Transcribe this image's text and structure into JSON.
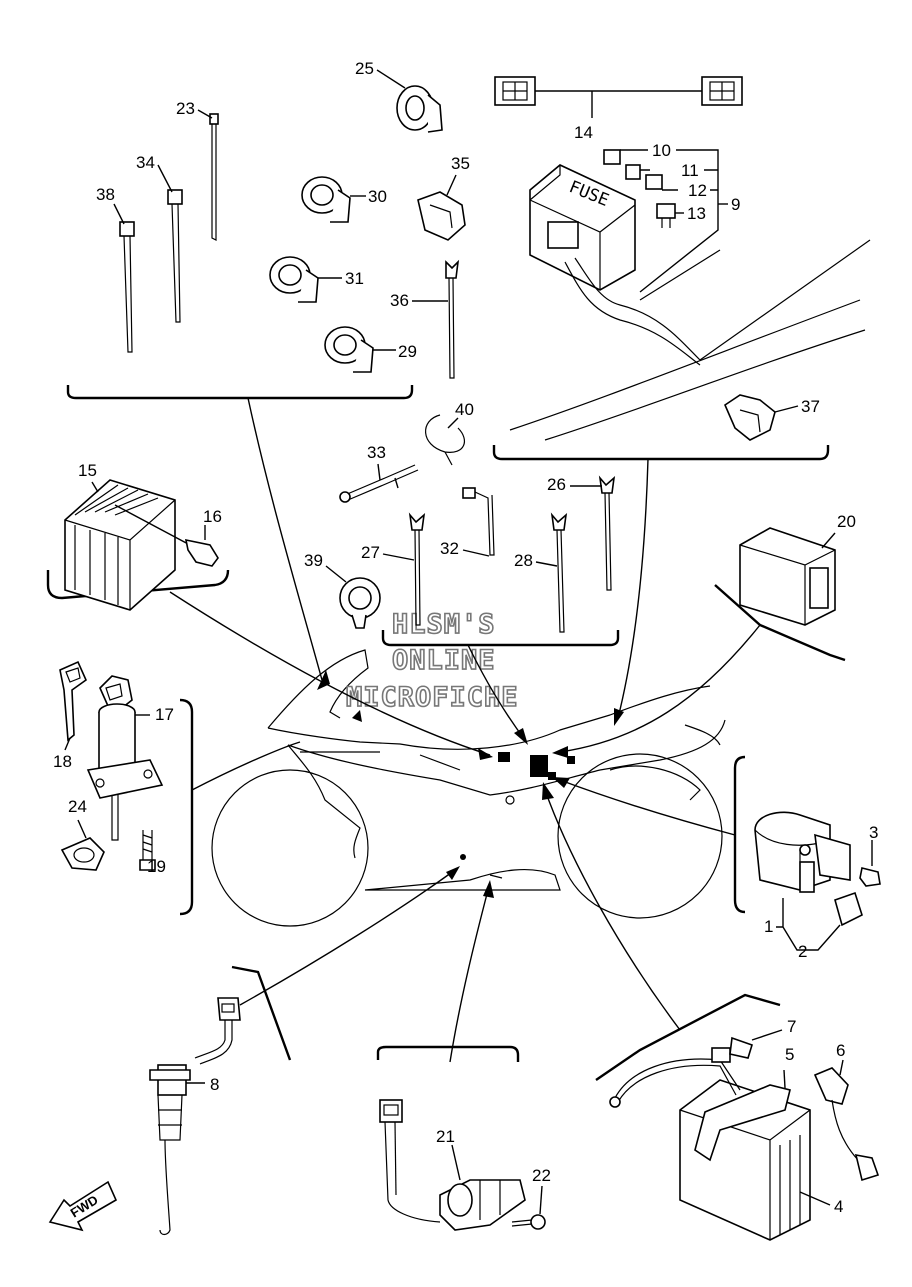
{
  "watermark": {
    "line1": "HLSM'S",
    "line2": "ONLINE",
    "line3": "MICROFICHE"
  },
  "fuse_box_text": "FUSE",
  "fwd_arrow_text": "FWD",
  "part_numbers": {
    "p1": "1",
    "p2": "2",
    "p3": "3",
    "p4": "4",
    "p5": "5",
    "p6": "6",
    "p7": "7",
    "p8": "8",
    "p9": "9",
    "p10": "10",
    "p11": "11",
    "p12": "12",
    "p13": "13",
    "p14": "14",
    "p15": "15",
    "p16": "16",
    "p17": "17",
    "p18": "18",
    "p19": "19",
    "p20": "20",
    "p21": "21",
    "p22": "22",
    "p23": "23",
    "p24": "24",
    "p25": "25",
    "p26": "26",
    "p27": "27",
    "p28": "28",
    "p29": "29",
    "p30": "30",
    "p31": "31",
    "p32": "32",
    "p33": "33",
    "p34": "34",
    "p35": "35",
    "p36": "36",
    "p37": "37",
    "p38": "38",
    "p39": "39",
    "p40": "40"
  }
}
